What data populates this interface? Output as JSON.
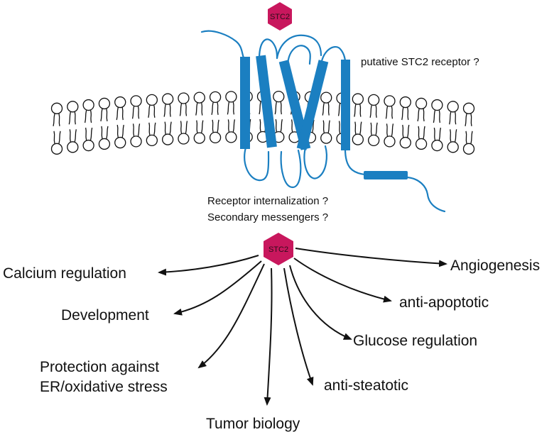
{
  "colors": {
    "protein": "#1b7fc1",
    "hormone": "#c8175d",
    "line": "#111111",
    "lipid_head_fill": "#ffffff"
  },
  "hormone_label": "STC2",
  "receptor_label": "putative STC2 receptor ?",
  "signaling_questions": [
    "Receptor internalization ?",
    "Secondary messengers ?"
  ],
  "effects": {
    "calcium": "Calcium regulation",
    "development": "Development",
    "protection_line1": "Protection against",
    "protection_line2": "ER/oxidative stress",
    "tumor": "Tumor biology",
    "steatotic": "anti-steatotic",
    "glucose": "Glucose regulation",
    "apoptotic": "anti-apoptotic",
    "angiogenesis": "Angiogenesis"
  }
}
